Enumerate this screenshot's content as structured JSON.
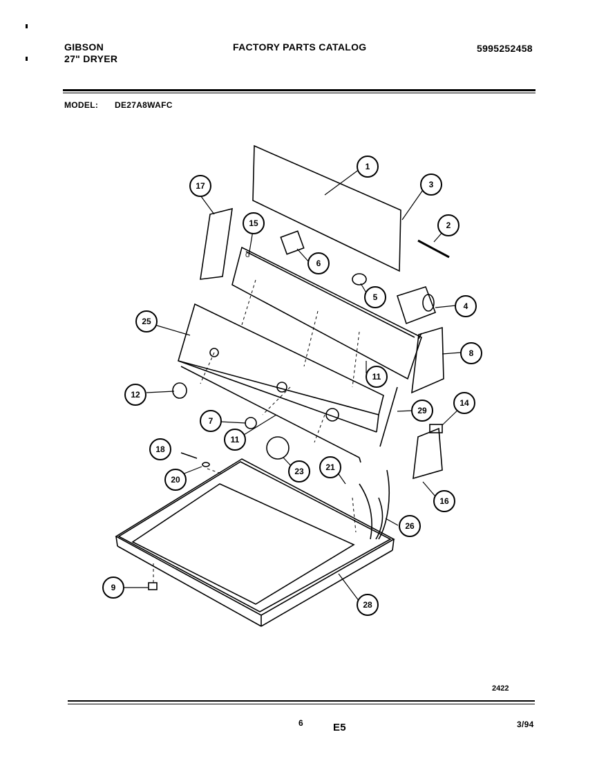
{
  "header": {
    "brand": "GIBSON",
    "product": "27\" DRYER",
    "catalog_title": "FACTORY PARTS CATALOG",
    "catalog_number": "5995252458",
    "model_label": "MODEL:",
    "model_number": "DE27A8WAFC"
  },
  "diagram": {
    "callouts": [
      "1",
      "2",
      "3",
      "4",
      "5",
      "6",
      "7",
      "8",
      "9",
      "11",
      "11",
      "12",
      "14",
      "15",
      "16",
      "17",
      "18",
      "20",
      "21",
      "23",
      "25",
      "26",
      "28",
      "29"
    ],
    "panel_label_c": "C",
    "drawing_number": "2422"
  },
  "footer": {
    "page": "6",
    "section": "E5",
    "date": "3/94"
  },
  "colors": {
    "ink": "#000000",
    "paper": "#ffffff"
  }
}
